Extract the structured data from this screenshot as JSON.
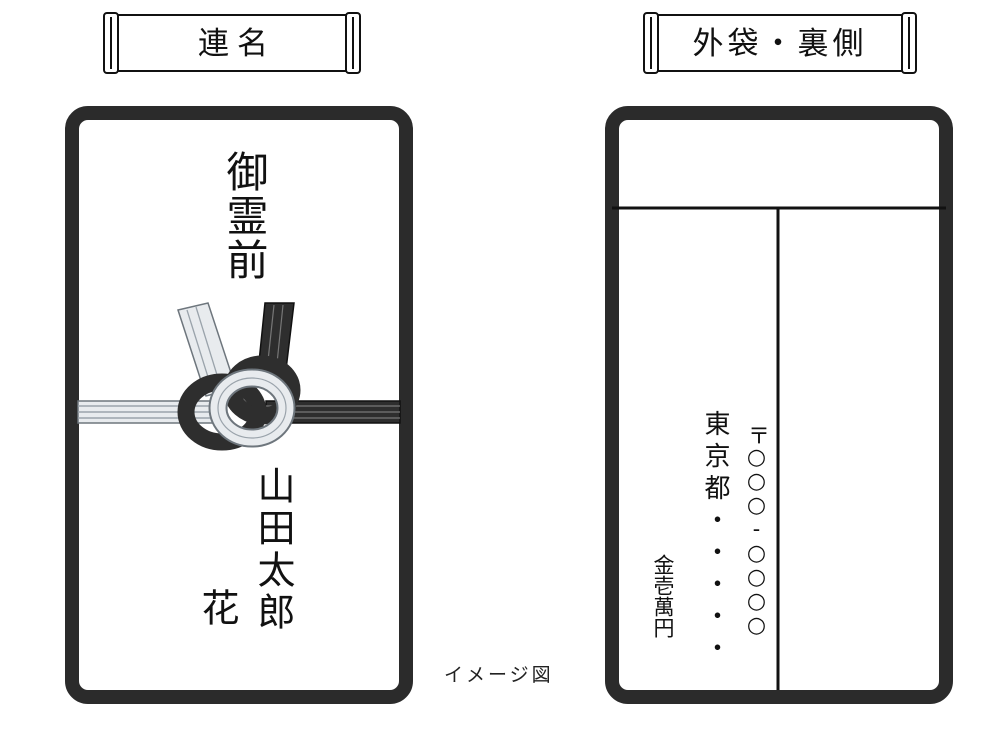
{
  "banners": {
    "left_title": "連名",
    "right_title": "外袋・裏側"
  },
  "front": {
    "heading": "御霊前",
    "name_primary": "山田太郎",
    "name_secondary": "花"
  },
  "back": {
    "postal_code": "〒○○○-○○○○",
    "address": "東京都・・・・・",
    "amount": "金壱萬円"
  },
  "caption": "イメージ図",
  "colors": {
    "frame": "#2b2b2b",
    "black_cord": "#2e2e2e",
    "silver_cord": "#e8ebee",
    "silver_stripe": "#9aa3ab"
  },
  "icons": {
    "front_knot": "mizuhiki-awaji-knot-icon",
    "banner_scroll": "scroll-banner-icon"
  }
}
